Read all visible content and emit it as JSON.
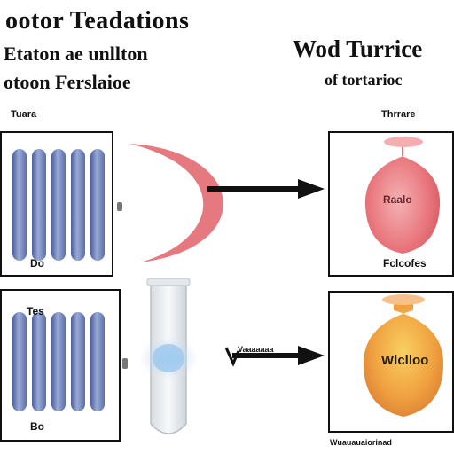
{
  "header": {
    "left_line1": "ootor Teadations",
    "left_line2": "Etaton ae unllton",
    "left_line3": "otoon Ferslaioe",
    "right_line1": "Wod Turrice",
    "right_line2": "of tortarioc"
  },
  "labels": {
    "top_left_panel": "Tuara",
    "top_right_panel": "Thrrare",
    "top_left_inner": "Do",
    "bottom_left_inner": "Bo",
    "bottom_left_side": "Tes",
    "top_arrow": "···",
    "bottom_arrow": "Vaaaaaaa",
    "top_flask_text": "Raalo",
    "top_flask_caption": "Fclcofes",
    "bottom_flask_text": "Wlclloo",
    "bottom_caption": "Wuauauaiorinad"
  },
  "colors": {
    "coil": "#7d8fc2",
    "coil_dark": "#4b5f9a",
    "pink_flask": "#e8737a",
    "orange_flask": "#f0a040",
    "glow": "#8fbfe8",
    "curve": "#e05560"
  }
}
